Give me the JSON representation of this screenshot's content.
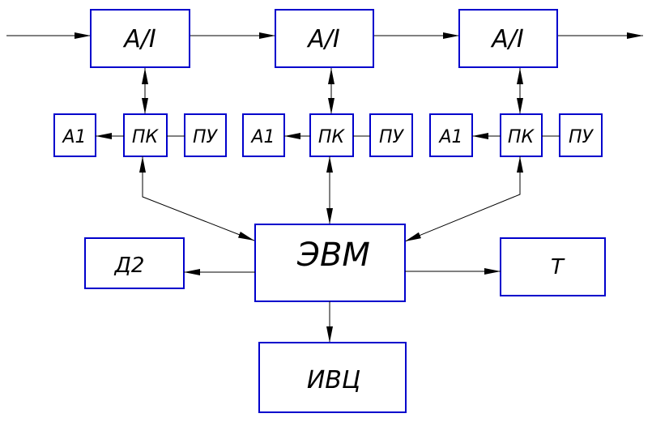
{
  "diagram": {
    "line_blocks": [
      {
        "label": "А/I"
      },
      {
        "label": "А/I"
      },
      {
        "label": "А/I"
      }
    ],
    "stations": [
      {
        "a1": "А1",
        "pk": "ПК",
        "pu": "ПУ"
      },
      {
        "a1": "А1",
        "pk": "ПК",
        "pu": "ПУ"
      },
      {
        "a1": "А1",
        "pk": "ПК",
        "pu": "ПУ"
      }
    ],
    "computer": "ЭВМ",
    "display": "Д2",
    "terminal": "Т",
    "ivc": "ИВЦ"
  },
  "colors": {
    "box_stroke": "#0000cc",
    "line": "#000000"
  }
}
